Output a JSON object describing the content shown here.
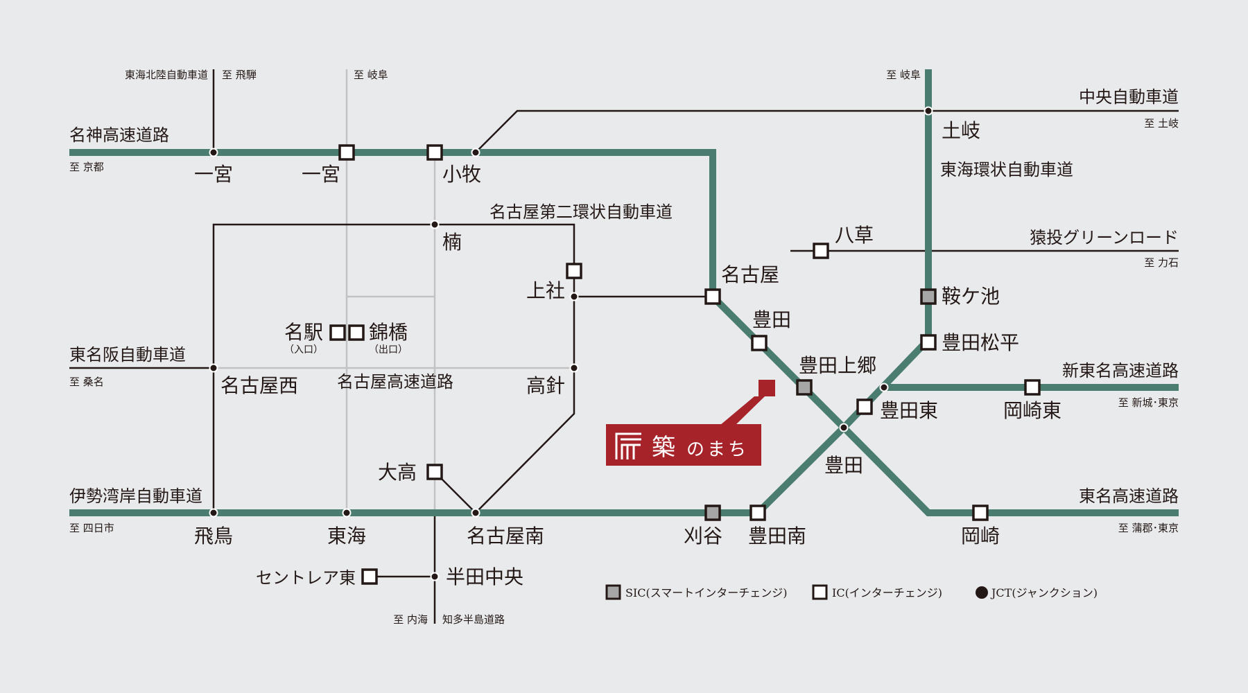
{
  "colors": {
    "background": "#e9eaec",
    "expressway": "#4a7d70",
    "road": "#231815",
    "minor_road": "#c2c2c2",
    "sic_fill": "#a6a6a6",
    "ic_fill": "#ffffff",
    "brand": "#a6232a"
  },
  "roads": {
    "meishin": "名神高速道路",
    "tokai_hokuriku": "東海北陸自動車道",
    "chuo": "中央自動車道",
    "tokai_kanjo": "東海環状自動車道",
    "nagoya_daini_kanjo": "名古屋第二環状自動車道",
    "sanage_green": "猿投グリーンロード",
    "higashi_meihan": "東名阪自動車道",
    "nagoya_kosoku": "名古屋高速道路",
    "shin_tomei": "新東名高速道路",
    "isewangan": "伊勢湾岸自動車道",
    "tomei": "東名高速道路",
    "chita_hanto": "知多半島道路"
  },
  "directions": {
    "kyoto": "至 京都",
    "hida": "至 飛騨",
    "gifu_west": "至 岐阜",
    "gifu_east": "至 岐阜",
    "toki": "至 土岐",
    "chikara_ishi": "至 力石",
    "kuwana": "至 桑名",
    "shinshiro_tokyo": "至 新城･東京",
    "yokkaichi": "至 四日市",
    "gamagori_tokyo": "至 蒲郡･東京",
    "utsumi": "至 内海"
  },
  "places": {
    "ichinomiya_jct": "一宮",
    "ichinomiya_ic": "一宮",
    "komaki": "小牧",
    "toki": "土岐",
    "kusunoki": "楠",
    "yagusa": "八草",
    "kamiyashiro": "上社",
    "nagoya": "名古屋",
    "kuragaike": "鞍ケ池",
    "toyota_upper": "豊田",
    "toyota_matsudaira": "豊田松平",
    "meieki": "名駅",
    "meieki_note": "（入口）",
    "nishikibashi": "錦橋",
    "nishikibashi_note": "（出口）",
    "toyota_kamigo": "豊田上郷",
    "nagoya_nishi": "名古屋西",
    "takabari": "高針",
    "toyota_higashi": "豊田東",
    "okazaki_higashi": "岡崎東",
    "toyota_jct": "豊田",
    "odaka": "大高",
    "asuka": "飛鳥",
    "tokai": "東海",
    "nagoya_minami": "名古屋南",
    "kariya": "刈谷",
    "toyota_minami": "豊田南",
    "okazaki": "岡崎",
    "centrair_higashi": "セントレア東",
    "handa_chuo": "半田中央"
  },
  "brand": {
    "logo_icon": "building-logo-icon",
    "name_kanji": "築",
    "name_kana": "のまち"
  },
  "legend": {
    "sic": "SIC(スマートインターチェンジ)",
    "ic": "IC(インターチェンジ)",
    "jct": "JCT(ジャンクション)"
  }
}
